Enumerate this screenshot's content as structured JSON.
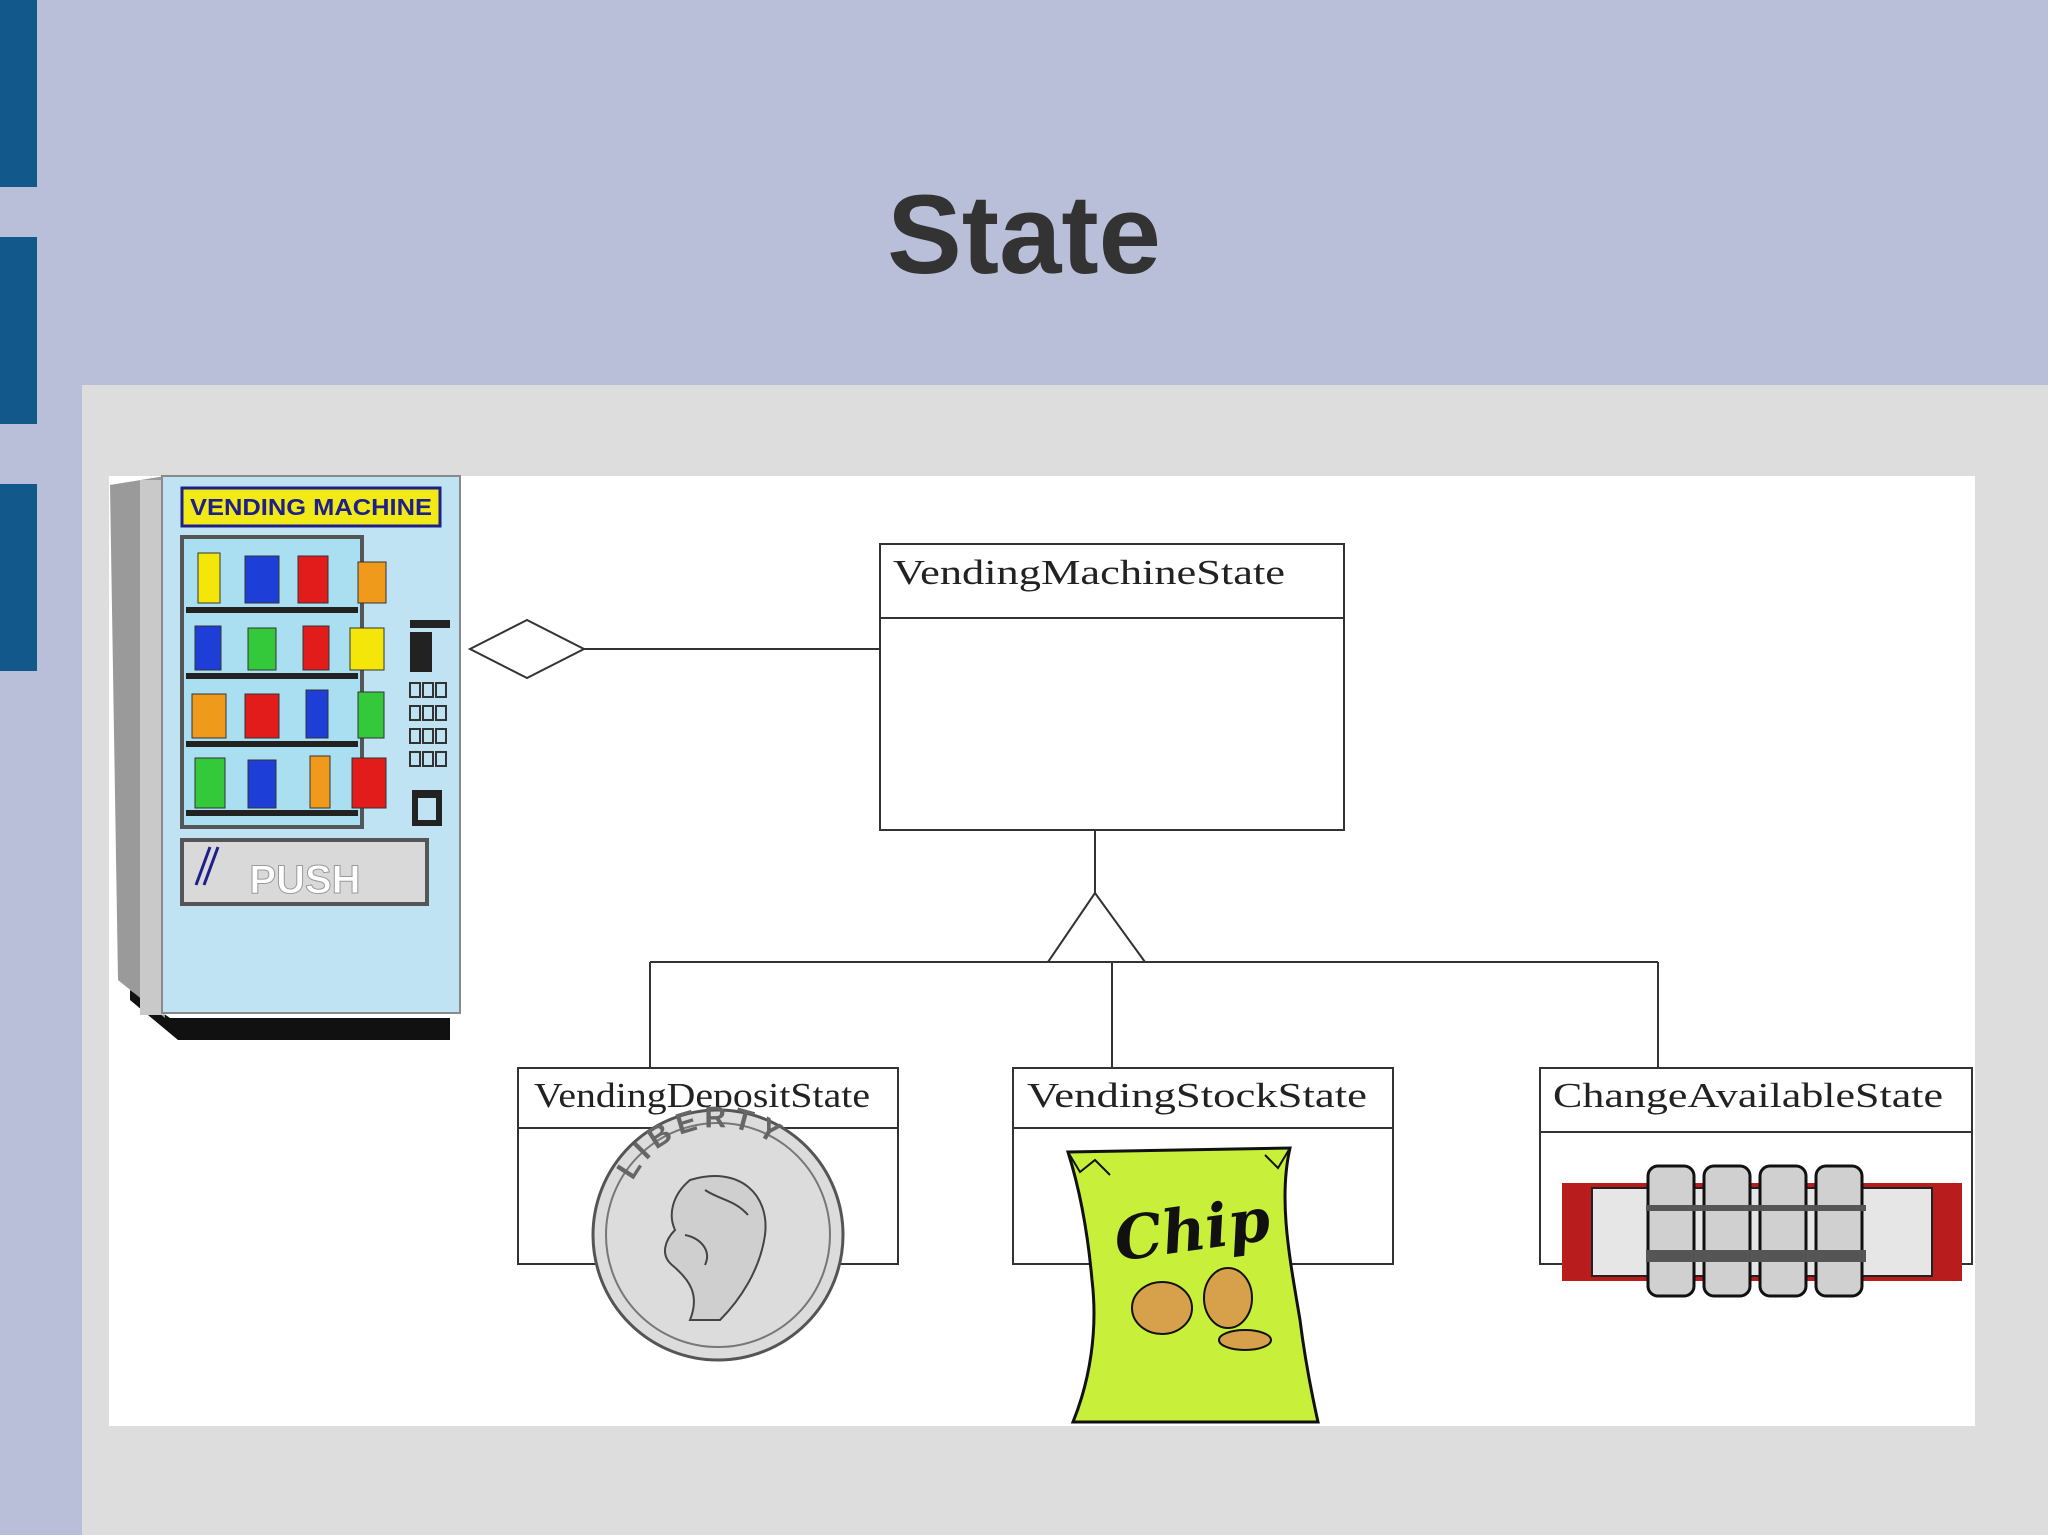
{
  "slide": {
    "title": "State"
  },
  "colors": {
    "background": "#babfd9",
    "accent": "#13588a",
    "panel": "#dddddd",
    "title_text": "#333333"
  },
  "diagram": {
    "vending_machine": {
      "sign": "VENDING MACHINE",
      "push_label": "PUSH"
    },
    "classes": {
      "base": "VendingMachineState",
      "deposit": "VendingDepositState",
      "stock": "VendingStockState",
      "change": "ChangeAvailableState"
    },
    "chip_label": "Chip",
    "coin_text": "LIBERTY"
  }
}
